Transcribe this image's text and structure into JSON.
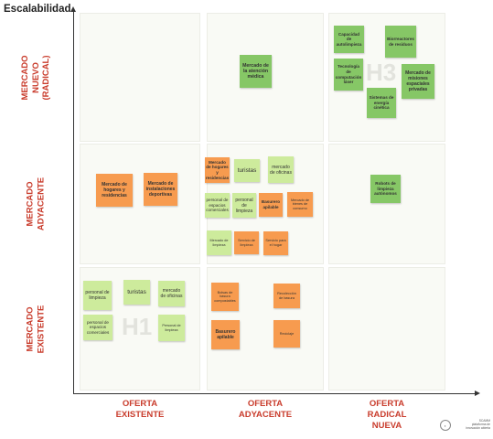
{
  "title": "Escalabilidad",
  "rows": [
    {
      "lines": [
        "MERCADO",
        "NUEVO",
        "(RADICAL)"
      ]
    },
    {
      "lines": [
        "MERCADO",
        "ADYACENTE"
      ]
    },
    {
      "lines": [
        "MERCADO",
        "EXISTENTE"
      ]
    }
  ],
  "columns": [
    {
      "lines": [
        "OFERTA",
        "EXISTENTE"
      ]
    },
    {
      "lines": [
        "OFERTA",
        "ADYACENTE"
      ]
    },
    {
      "lines": [
        "OFERTA",
        "RADICAL",
        "NUEVA"
      ]
    }
  ],
  "horizon_marks": [
    "H3",
    "H1"
  ],
  "notes": {
    "top_middle": [
      {
        "text": "Mercado de la atención médica"
      }
    ],
    "top_right": [
      {
        "text": "Capacidad de autolimpieza"
      },
      {
        "text": "Biorreactores de residuos"
      },
      {
        "text": "Tecnología de computación láser"
      },
      {
        "text": "Mercado de misiones espaciales privadas"
      },
      {
        "text": "Sistemas de energía cinética"
      }
    ],
    "mid_left": [
      {
        "text": "Mercado de hogares y residencias"
      },
      {
        "text": "Mercado de instalaciones deportivas"
      }
    ],
    "mid_middle": [
      {
        "text": "Mercado de hogares y residencias"
      },
      {
        "text": "turistas"
      },
      {
        "text": "mercado de oficinas"
      },
      {
        "text": "personal de espacios comerciales"
      },
      {
        "text": "personal de limpieza"
      },
      {
        "text": "Basurero apilable"
      },
      {
        "text": "Mercado de bienes de consumo"
      },
      {
        "text": "Mercado de limpieza"
      },
      {
        "text": "Servicio de limpieza"
      },
      {
        "text": "Servicio para el hogar"
      }
    ],
    "mid_right": [
      {
        "text": "Robots de limpieza autónomos"
      }
    ],
    "bottom_left": [
      {
        "text": "personal de limpieza"
      },
      {
        "text": "turistas"
      },
      {
        "text": "mercado de oficinas"
      },
      {
        "text": "personal de espacios comerciales"
      },
      {
        "text": "Personal de limpieza"
      }
    ],
    "bottom_middle": [
      {
        "text": "Bolsas de basura compostables"
      },
      {
        "text": "Recolección de basura"
      },
      {
        "text": "Basurero apilable"
      },
      {
        "text": "Reciclaje"
      }
    ]
  },
  "footer": [
    "SCAMM",
    "plataforma de",
    "innovación abierta"
  ],
  "footer_logo": "◐"
}
